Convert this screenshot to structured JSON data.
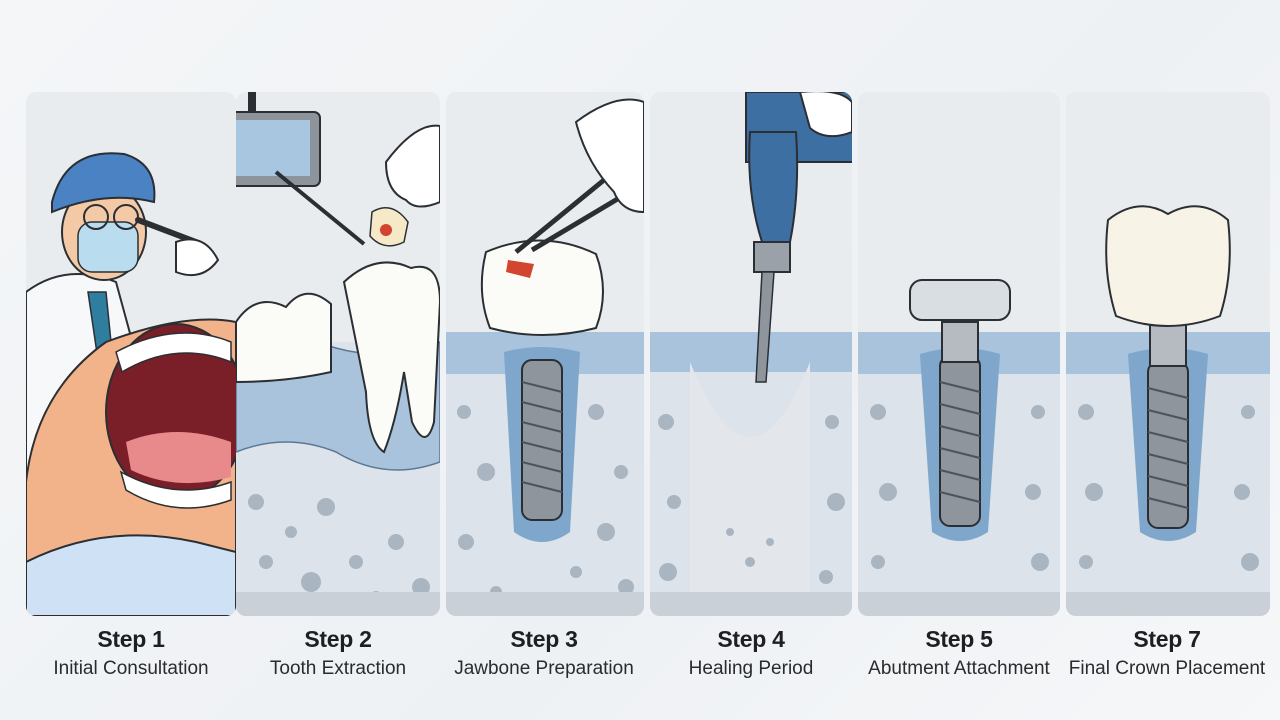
{
  "steps": [
    {
      "label": "Step 1",
      "description": "Initial Consultation"
    },
    {
      "label": "Step 2",
      "description": "Tooth Extraction"
    },
    {
      "label": "Step 3",
      "description": "Jawbone Preparation"
    },
    {
      "label": "Step 4",
      "description": "Healing Period"
    },
    {
      "label": "Step 5",
      "description": "Abutment Attachment"
    },
    {
      "label": "Step 7",
      "description": "Final Crown Placement"
    }
  ],
  "colors": {
    "page_background": "#f2f4f6",
    "panel_background": "#e7eaee",
    "gum": "#a9c3dc",
    "bone": "#dde3ea",
    "bone_pores": "#aab5c2",
    "tooth": "#fbfbf8",
    "implant_metal": "#8e959c",
    "glove": "#ffffff",
    "drill_blue": "#3d6fa3",
    "skin": "#f2b38a",
    "scrub_cap": "#4a82c4"
  }
}
